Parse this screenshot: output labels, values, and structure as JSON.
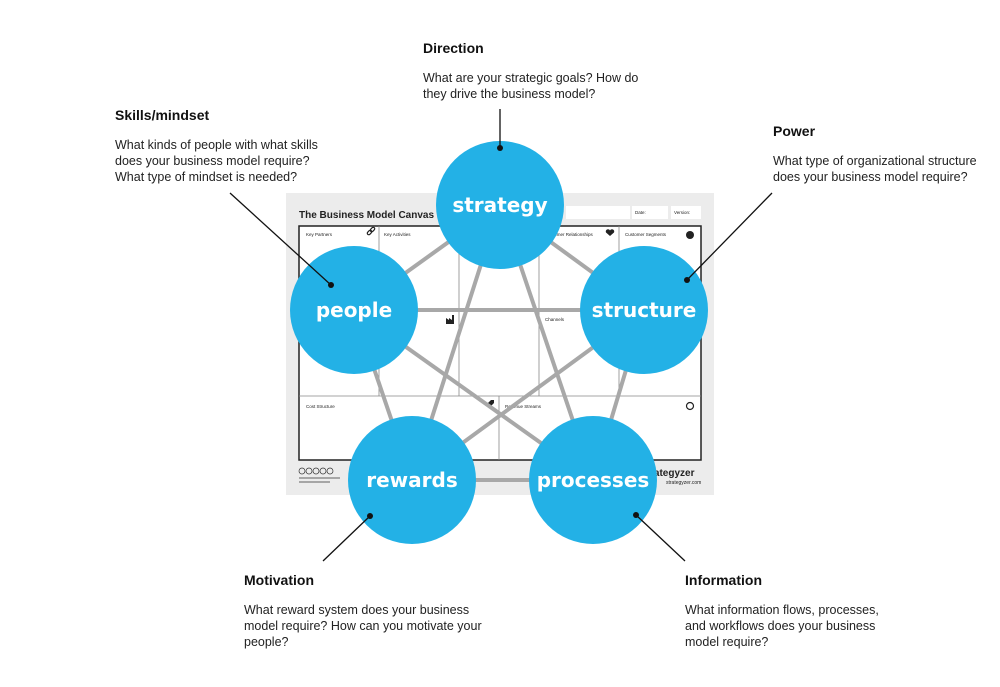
{
  "colors": {
    "circle_fill": "#23b1e6",
    "line_color": "#a8a8a8",
    "canvas_bg": "#ececec",
    "text": "#111111"
  },
  "canvas": {
    "title": "The Business Model Canvas",
    "date_label": "Date:",
    "version_label": "Version:",
    "cells": {
      "key_partners": "Key Partners",
      "key_activities": "Key Activities",
      "customer_relationships": "Customer Relationships",
      "customer_segments": "Customer Segments",
      "channels": "Channels",
      "cost_structure": "Cost Structure",
      "revenue_streams": "Revenue Streams"
    },
    "icons": [
      "link-icon",
      "heart-icon",
      "person-icon",
      "factory-icon",
      "tag-icon",
      "moneybag-icon"
    ],
    "brand": "Strategyzer",
    "brand_url": "strategyzer.com"
  },
  "circles": {
    "strategy": "strategy",
    "people": "people",
    "structure": "structure",
    "rewards": "rewards",
    "processes": "processes"
  },
  "annotations": {
    "direction": {
      "title": "Direction",
      "text": "What are your strategic goals? How do they drive the business model?"
    },
    "skills": {
      "title": "Skills/mindset",
      "text": "What kinds of people with what skills does your business model require? What type of mindset is needed?"
    },
    "power": {
      "title": "Power",
      "text": "What type of organizational structure does your business model require?"
    },
    "motivation": {
      "title": "Motivation",
      "text": "What reward system does your business model require? How can you motivate your people?"
    },
    "information": {
      "title": "Information",
      "text": "What information flows, processes, and workflows does your business model require?"
    }
  }
}
